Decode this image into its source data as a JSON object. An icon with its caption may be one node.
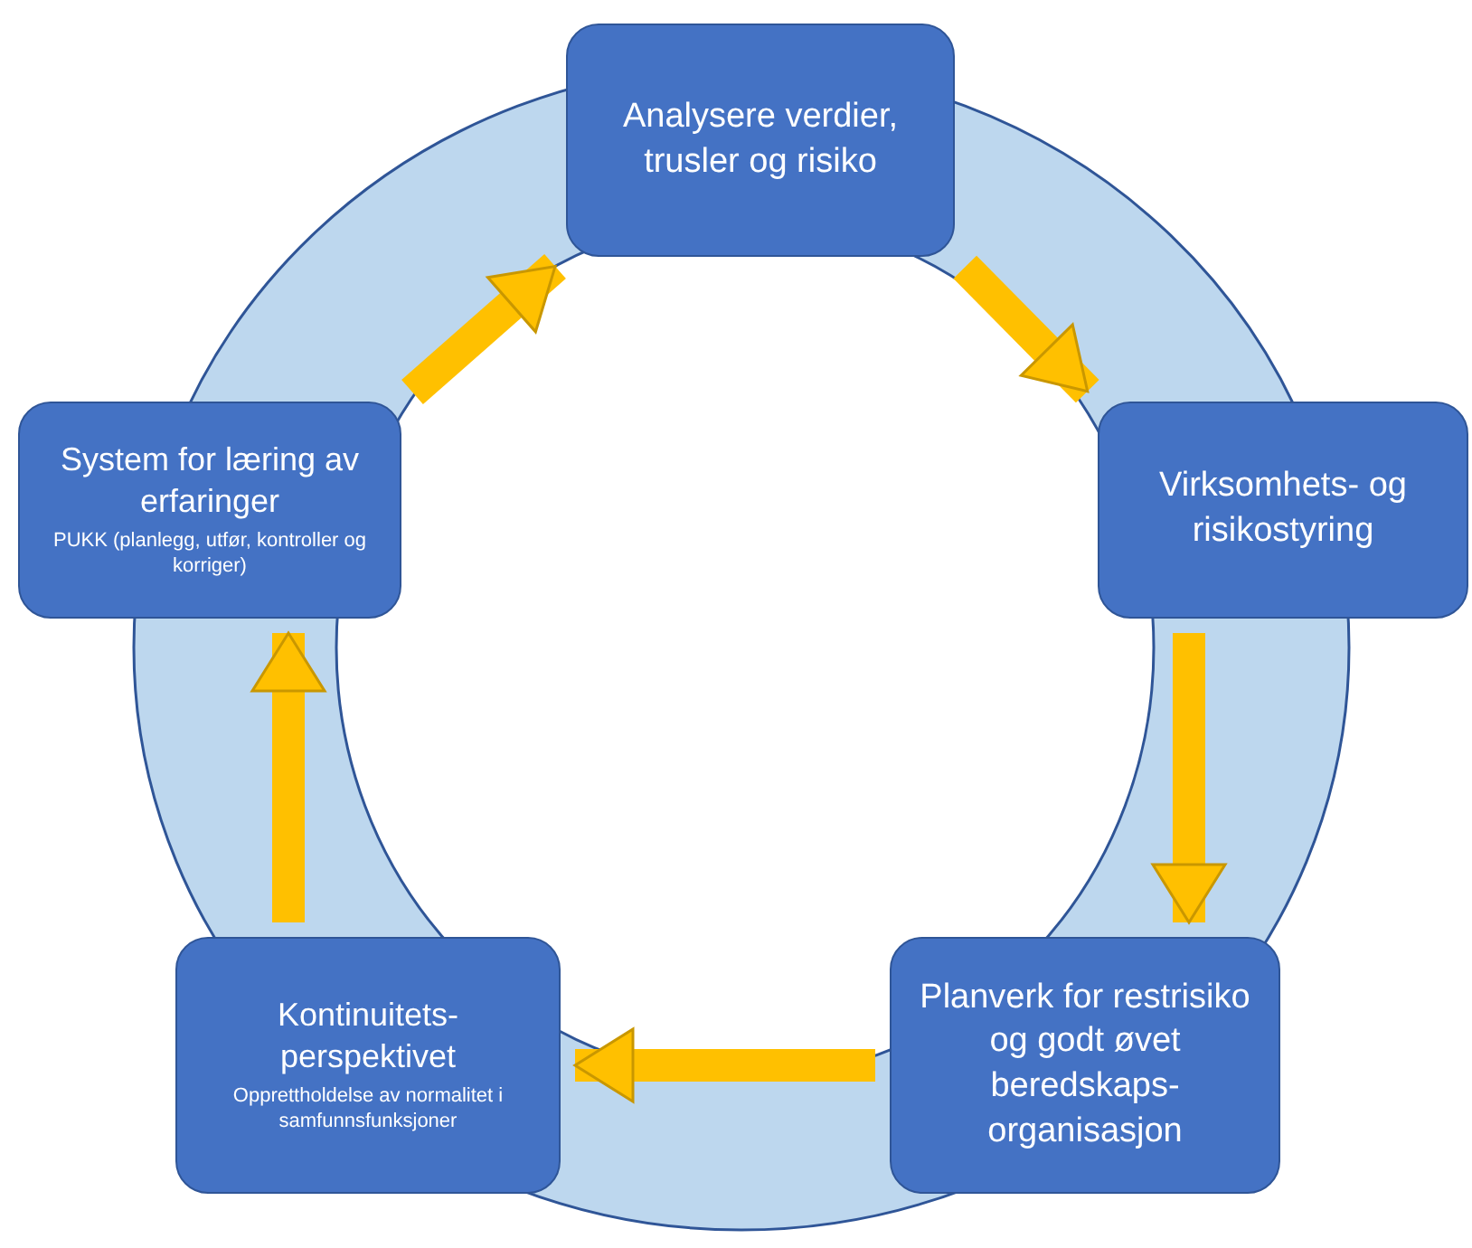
{
  "diagram": {
    "nodes": [
      {
        "text": [
          "Analysere verdier, trusler og risiko"
        ]
      },
      {
        "text": [
          "Virksomhets- og risikostyring"
        ]
      },
      {
        "text": [
          "Planverk for restrisiko og godt øvet beredskaps-organisasjon"
        ]
      },
      {
        "text": [
          "Kontinuitets-perspektivet",
          "Opprettholdelse av normalitet i samfunnsfunksjoner"
        ]
      },
      {
        "text": [
          "System for læring av erfaringer",
          "PUKK (planlegg, utfør, kontroller og korriger)"
        ]
      }
    ],
    "edges": [
      {
        "from": 0,
        "to": 1,
        "arrow": "to"
      },
      {
        "from": 1,
        "to": 2,
        "arrow": "to"
      },
      {
        "from": 2,
        "to": 3,
        "arrow": "to"
      },
      {
        "from": 3,
        "to": 4,
        "arrow": "to"
      },
      {
        "from": 4,
        "to": 0,
        "arrow": "to"
      }
    ]
  }
}
